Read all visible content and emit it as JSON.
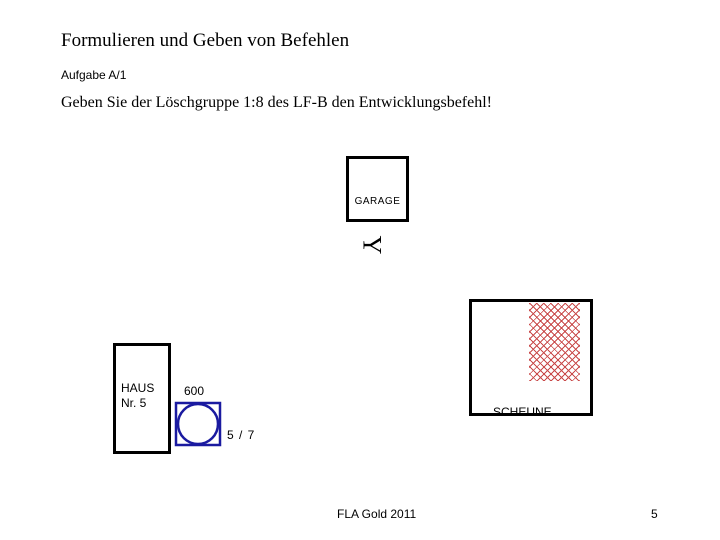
{
  "slide": {
    "title": "Formulieren und Geben von Befehlen",
    "task_label": "Aufgabe A/1",
    "instruction": "Geben Sie der Löschgruppe 1:8 des LF-B den Entwicklungsbefehl!"
  },
  "diagram": {
    "garage_label": "GARAGE",
    "scheune_label": "SCHEUNE",
    "haus_line1": "HAUS",
    "haus_line2": "Nr. 5",
    "pressure_label": "600",
    "hydrant_label": "5 / 7",
    "vehicle_symbol": "Y",
    "hatch_color": "#c94a4a",
    "hydrant_color": "#1a1aa0"
  },
  "footer": {
    "text": "FLA Gold 2011",
    "page_number": "5"
  }
}
